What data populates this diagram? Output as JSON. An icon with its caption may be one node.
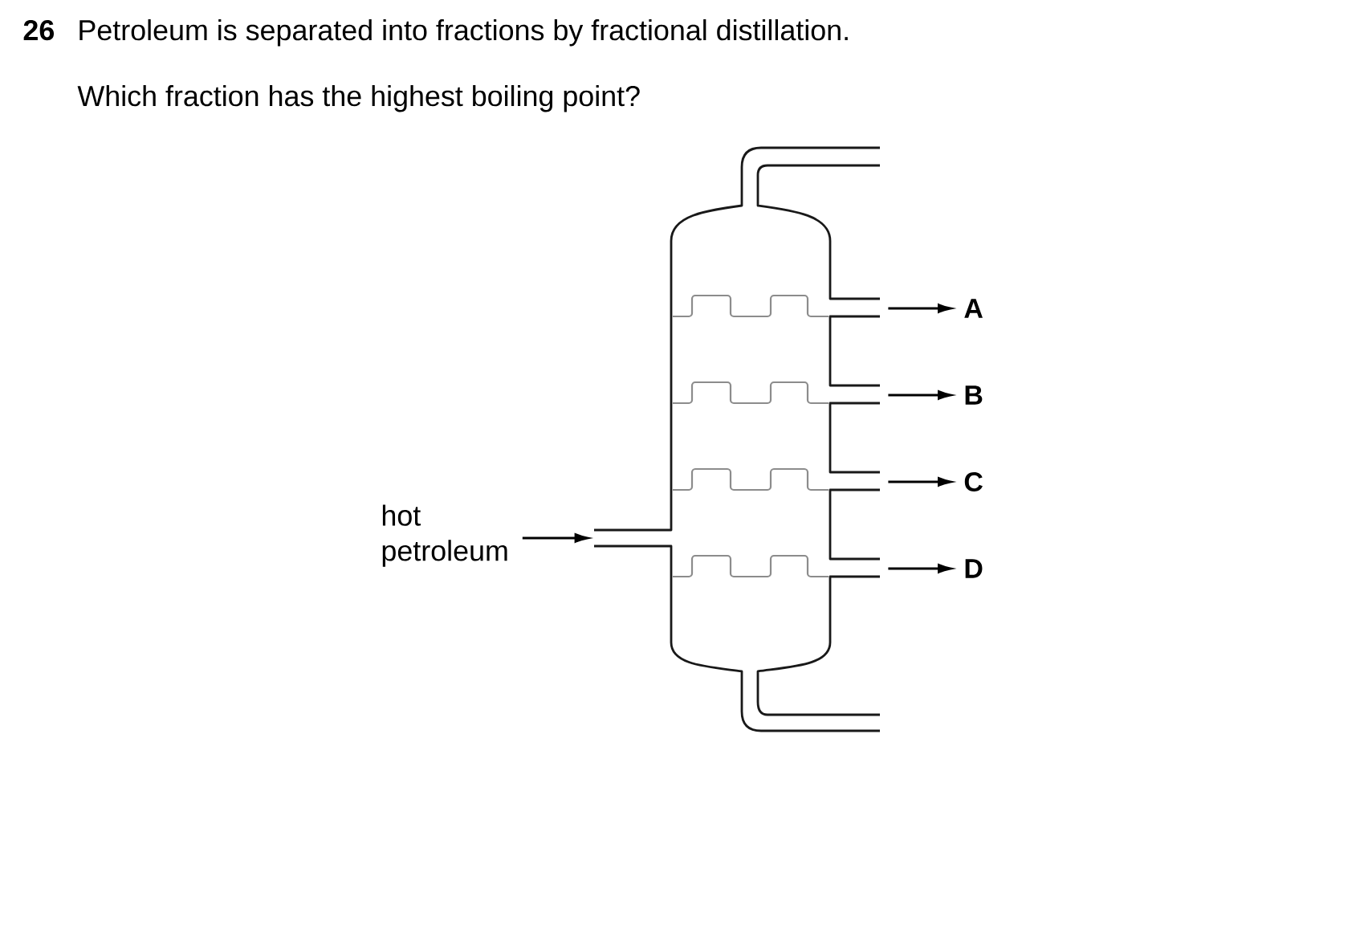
{
  "diagram": {
    "nodes": [
      {
        "text": [
          "hot petroleum"
        ]
      },
      {
        "text": [],
        "shape": "picture"
      },
      {
        "text": [
          "A"
        ]
      },
      {
        "text": [
          "B"
        ]
      },
      {
        "text": [
          "C"
        ]
      },
      {
        "text": [
          "D"
        ]
      }
    ],
    "edges": [
      {
        "from": 0,
        "to": 1,
        "arrow": "to"
      },
      {
        "from": 1,
        "to": 2,
        "arrow": "to"
      },
      {
        "from": 1,
        "to": 3,
        "arrow": "to"
      },
      {
        "from": 1,
        "to": 4,
        "arrow": "to"
      },
      {
        "from": 1,
        "to": 5,
        "arrow": "to"
      }
    ],
    "labels": [
      "26",
      "Petroleum is separated into fractions by fractional distillation.",
      "Which fraction has the highest boiling point?"
    ]
  }
}
